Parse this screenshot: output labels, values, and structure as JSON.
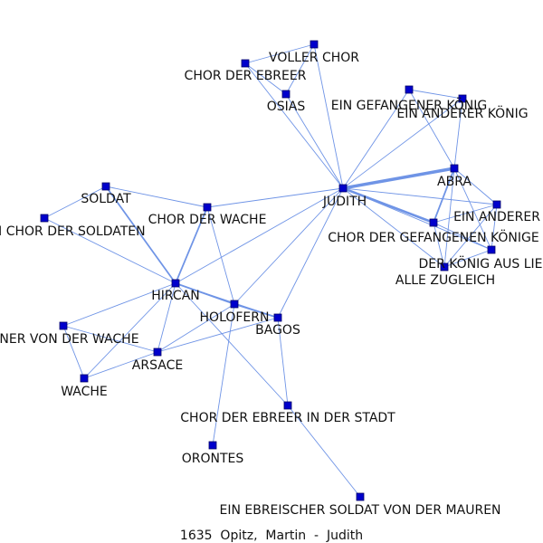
{
  "caption": "1635  Opitz,  Martin  -  Judith",
  "colors": {
    "edge": "#6f94e6",
    "node": "#0000cc",
    "text": "#111111",
    "background": "#ffffff"
  },
  "nodes": [
    {
      "id": "voller_chor",
      "label": "VOLLER CHOR"
    },
    {
      "id": "chor_ebreer",
      "label": "CHOR DER EBREER"
    },
    {
      "id": "osias",
      "label": "OSIAS"
    },
    {
      "id": "gef_koenig",
      "label": "EIN GEFANGENER KÖNIG"
    },
    {
      "id": "anderer_koenig",
      "label": "EIN ANDERER KÖNIG"
    },
    {
      "id": "judith",
      "label": "JUDITH"
    },
    {
      "id": "abra",
      "label": "ABRA"
    },
    {
      "id": "soldat",
      "label": "SOLDAT"
    },
    {
      "id": "chor_soldaten",
      "label": "AUS DEM CHOR DER SOLDATEN"
    },
    {
      "id": "chor_wache",
      "label": "CHOR DER WACHE"
    },
    {
      "id": "ein_anderer",
      "label": "EIN ANDERER"
    },
    {
      "id": "chor_gef_koenige",
      "label": "CHOR DER GEFANGENEN KÖNIGE"
    },
    {
      "id": "koenig_lie",
      "label": "DER KÖNIG AUS LIE"
    },
    {
      "id": "alle_zugleich",
      "label": "ALLE ZUGLEICH"
    },
    {
      "id": "hircan",
      "label": "HIRCAN"
    },
    {
      "id": "holofern",
      "label": "HOLOFERN"
    },
    {
      "id": "bagos",
      "label": "BAGOS"
    },
    {
      "id": "einer_wache",
      "label": "EINER VON DER WACHE"
    },
    {
      "id": "arsace",
      "label": "ARSACE"
    },
    {
      "id": "wache",
      "label": "WACHE"
    },
    {
      "id": "chor_ebreer_stadt",
      "label": "CHOR DER EBREER IN DER STADT"
    },
    {
      "id": "orontes",
      "label": "ORONTES"
    },
    {
      "id": "ebr_soldat",
      "label": "EIN EBREISCHER SOLDAT VON DER MAUREN"
    }
  ],
  "edges": [
    {
      "source": "voller_chor",
      "target": "chor_ebreer",
      "weight": 1
    },
    {
      "source": "voller_chor",
      "target": "osias",
      "weight": 1
    },
    {
      "source": "voller_chor",
      "target": "judith",
      "weight": 1
    },
    {
      "source": "chor_ebreer",
      "target": "osias",
      "weight": 1
    },
    {
      "source": "chor_ebreer",
      "target": "judith",
      "weight": 1
    },
    {
      "source": "osias",
      "target": "judith",
      "weight": 1
    },
    {
      "source": "gef_koenig",
      "target": "anderer_koenig",
      "weight": 1
    },
    {
      "source": "gef_koenig",
      "target": "judith",
      "weight": 1
    },
    {
      "source": "gef_koenig",
      "target": "abra",
      "weight": 1
    },
    {
      "source": "anderer_koenig",
      "target": "judith",
      "weight": 1
    },
    {
      "source": "anderer_koenig",
      "target": "abra",
      "weight": 1
    },
    {
      "source": "judith",
      "target": "abra",
      "weight": 4
    },
    {
      "source": "judith",
      "target": "chor_gef_koenige",
      "weight": 3
    },
    {
      "source": "judith",
      "target": "ein_anderer",
      "weight": 1
    },
    {
      "source": "judith",
      "target": "koenig_lie",
      "weight": 1
    },
    {
      "source": "judith",
      "target": "alle_zugleich",
      "weight": 1
    },
    {
      "source": "judith",
      "target": "chor_wache",
      "weight": 1
    },
    {
      "source": "judith",
      "target": "hircan",
      "weight": 1
    },
    {
      "source": "judith",
      "target": "holofern",
      "weight": 1
    },
    {
      "source": "judith",
      "target": "bagos",
      "weight": 1
    },
    {
      "source": "abra",
      "target": "chor_gef_koenige",
      "weight": 2
    },
    {
      "source": "abra",
      "target": "ein_anderer",
      "weight": 1
    },
    {
      "source": "abra",
      "target": "koenig_lie",
      "weight": 1
    },
    {
      "source": "abra",
      "target": "alle_zugleich",
      "weight": 1
    },
    {
      "source": "ein_anderer",
      "target": "chor_gef_koenige",
      "weight": 1
    },
    {
      "source": "ein_anderer",
      "target": "koenig_lie",
      "weight": 1
    },
    {
      "source": "ein_anderer",
      "target": "alle_zugleich",
      "weight": 1
    },
    {
      "source": "chor_gef_koenige",
      "target": "koenig_lie",
      "weight": 1
    },
    {
      "source": "chor_gef_koenige",
      "target": "alle_zugleich",
      "weight": 1
    },
    {
      "source": "koenig_lie",
      "target": "alle_zugleich",
      "weight": 1
    },
    {
      "source": "soldat",
      "target": "chor_soldaten",
      "weight": 1
    },
    {
      "source": "soldat",
      "target": "chor_wache",
      "weight": 1
    },
    {
      "source": "soldat",
      "target": "hircan",
      "weight": 2
    },
    {
      "source": "chor_soldaten",
      "target": "hircan",
      "weight": 1
    },
    {
      "source": "chor_wache",
      "target": "hircan",
      "weight": 2
    },
    {
      "source": "chor_wache",
      "target": "holofern",
      "weight": 1
    },
    {
      "source": "hircan",
      "target": "holofern",
      "weight": 2
    },
    {
      "source": "hircan",
      "target": "bagos",
      "weight": 1
    },
    {
      "source": "hircan",
      "target": "einer_wache",
      "weight": 1
    },
    {
      "source": "hircan",
      "target": "arsace",
      "weight": 1
    },
    {
      "source": "hircan",
      "target": "wache",
      "weight": 1
    },
    {
      "source": "hircan",
      "target": "chor_ebreer_stadt",
      "weight": 1
    },
    {
      "source": "holofern",
      "target": "bagos",
      "weight": 2
    },
    {
      "source": "holofern",
      "target": "arsace",
      "weight": 1
    },
    {
      "source": "holofern",
      "target": "orontes",
      "weight": 1
    },
    {
      "source": "bagos",
      "target": "arsace",
      "weight": 1
    },
    {
      "source": "bagos",
      "target": "chor_ebreer_stadt",
      "weight": 1
    },
    {
      "source": "einer_wache",
      "target": "arsace",
      "weight": 1
    },
    {
      "source": "einer_wache",
      "target": "wache",
      "weight": 1
    },
    {
      "source": "arsace",
      "target": "wache",
      "weight": 1
    },
    {
      "source": "chor_ebreer_stadt",
      "target": "ebr_soldat",
      "weight": 1
    }
  ]
}
